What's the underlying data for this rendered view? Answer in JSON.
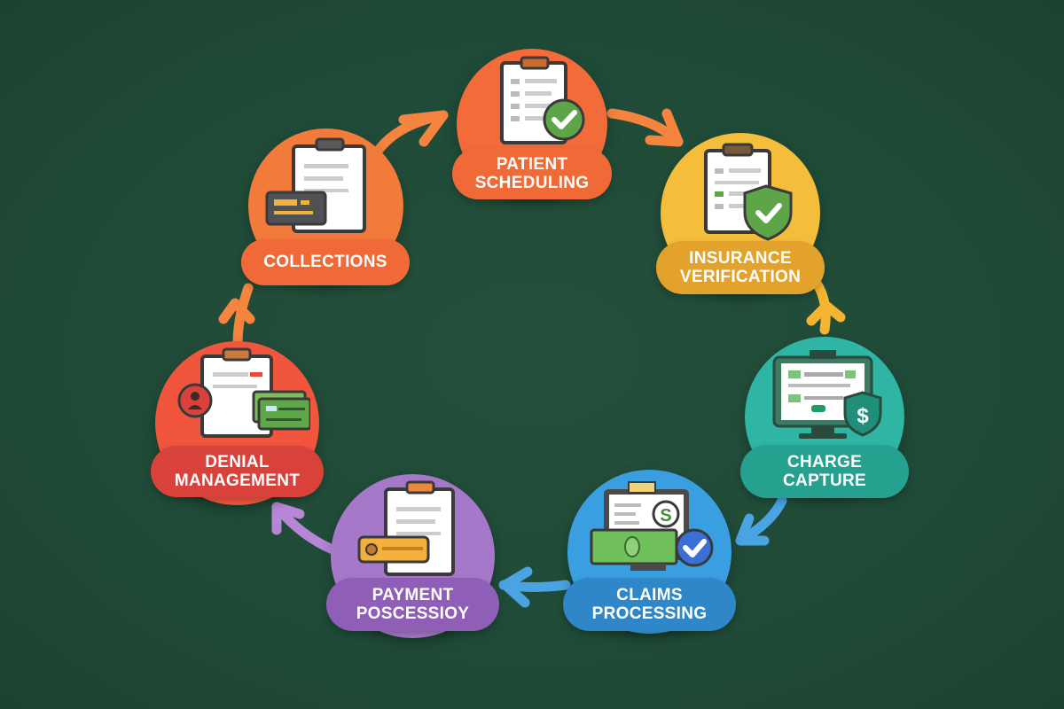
{
  "diagram": {
    "type": "cycle",
    "title": "",
    "background_color": "#1f4a37",
    "nodes": [
      {
        "id": "patient-scheduling",
        "line1": "PATIENT",
        "line2": "SCHEDULING",
        "color": "#f26b38",
        "label_color": "#ef6a36",
        "icon": "clipboard-check-icon"
      },
      {
        "id": "insurance-verification",
        "line1": "INSURANCE",
        "line2": "VERIFICATION",
        "color": "#f5be3a",
        "label_color": "#e2a22c",
        "icon": "clipboard-shield-check-icon"
      },
      {
        "id": "charge-capture",
        "line1": "CHARGE",
        "line2": "CAPTURE",
        "color": "#2fb5a3",
        "label_color": "#26a08f",
        "icon": "monitor-dollar-shield-icon"
      },
      {
        "id": "claims-processing",
        "line1": "CLAIMS",
        "line2": "PROCESSING",
        "color": "#3a9fe0",
        "label_color": "#2f86c8",
        "icon": "monitor-cash-check-icon"
      },
      {
        "id": "payment-processing",
        "line1": "PAYMENT",
        "line2": "POSCESSIOY",
        "color": "#a678c9",
        "label_color": "#8f5fb8",
        "icon": "clipboard-card-icon"
      },
      {
        "id": "denial-management",
        "line1": "DENIAL",
        "line2": "MANAGEMENT",
        "color": "#f0553e",
        "label_color": "#d9423a",
        "icon": "clipboard-user-cash-icon"
      },
      {
        "id": "collections",
        "line1": "COLLECTIONS",
        "line2": "",
        "color": "#f27a3a",
        "label_color": "#ef6a36",
        "icon": "clipboard-card-icon"
      }
    ],
    "edges": [
      {
        "from": "collections",
        "to": "patient-scheduling",
        "color": "#f5843f"
      },
      {
        "from": "patient-scheduling",
        "to": "insurance-verification",
        "color": "#f5843f"
      },
      {
        "from": "charge-capture",
        "to": "insurance-verification",
        "color": "#f5b530"
      },
      {
        "from": "charge-capture",
        "to": "claims-processing",
        "color": "#4aa3e3"
      },
      {
        "from": "claims-processing",
        "to": "payment-processing",
        "color": "#4aa3e3"
      },
      {
        "from": "payment-processing",
        "to": "denial-management",
        "color": "#b786d6"
      },
      {
        "from": "denial-management",
        "to": "collections",
        "color": "#f5843f"
      }
    ]
  }
}
